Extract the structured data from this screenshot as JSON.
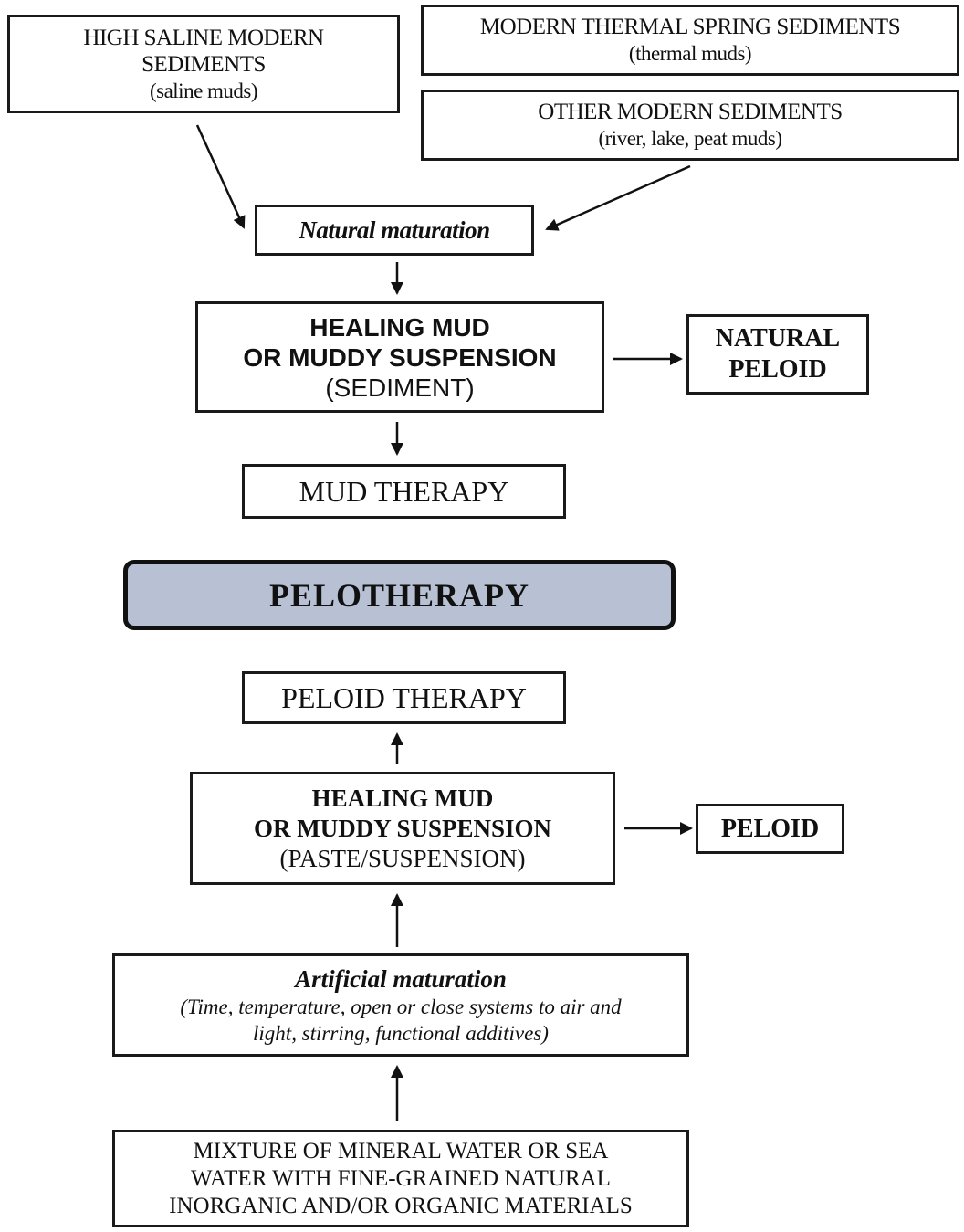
{
  "sources": {
    "saline": {
      "line1": "HIGH SALINE MODERN",
      "line2": "SEDIMENTS",
      "line3": "(saline muds)"
    },
    "thermal": {
      "line1": "MODERN THERMAL SPRING SEDIMENTS",
      "line2": "(thermal muds)"
    },
    "other": {
      "line1": "OTHER MODERN SEDIMENTS",
      "line2": "(river, lake, peat muds)"
    }
  },
  "natural_maturation": "Natural maturation",
  "healing_mud_sediment": {
    "line1": "HEALING MUD",
    "line2": "OR MUDDY SUSPENSION",
    "line3": "(SEDIMENT)"
  },
  "natural_peloid": {
    "line1": "NATURAL",
    "line2": "PELOID"
  },
  "mud_therapy": "MUD THERAPY",
  "pelotherapy": "PELOTHERAPY",
  "peloid_therapy": "PELOID THERAPY",
  "healing_mud_paste": {
    "line1": "HEALING MUD",
    "line2": "OR MUDDY SUSPENSION",
    "line3": "(PASTE/SUSPENSION)"
  },
  "peloid": "PELOID",
  "artificial_maturation": {
    "title": "Artificial maturation",
    "line1": "(Time, temperature, open or close systems to air and",
    "line2": "light, stirring, functional additives)"
  },
  "mixture": {
    "line1": "MIXTURE OF MINERAL WATER OR SEA",
    "line2": "WATER WITH FINE-GRAINED NATURAL",
    "line3": "INORGANIC AND/OR ORGANIC MATERIALS"
  }
}
